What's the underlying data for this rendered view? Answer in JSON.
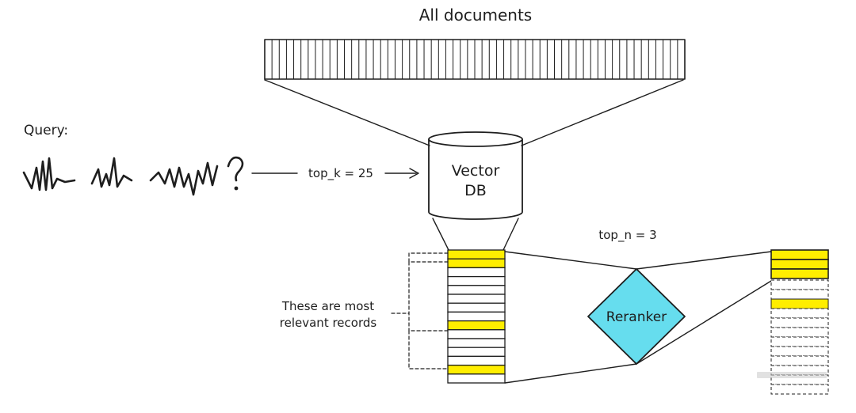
{
  "labels": {
    "all_documents": "All documents",
    "query": "Query:",
    "top_k": "top_k = 25",
    "vector_db_line1": "Vector",
    "vector_db_line2": "DB",
    "top_n": "top_n = 3",
    "relevant_line1": "These are most",
    "relevant_line2": "relevant records",
    "reranker": "Reranker"
  },
  "stacks": {
    "retrieved": {
      "rows": 15,
      "highlighted": [
        0,
        1,
        8,
        13
      ]
    },
    "reranked": {
      "solid_rows": 3,
      "dashed_rows": 12,
      "highlighted_dashed": [
        2
      ]
    }
  },
  "documents": {
    "count": 58
  },
  "colors": {
    "ink": "#1e1e1e",
    "highlight": "#ffee00",
    "reranker_fill": "#66ddee"
  }
}
